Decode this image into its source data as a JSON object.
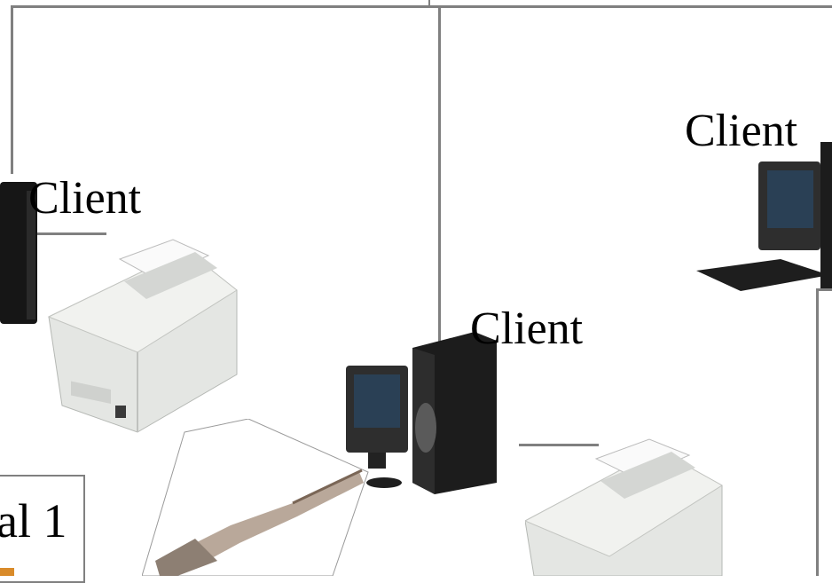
{
  "clients": [
    {
      "label": "Client"
    },
    {
      "label": "Client"
    },
    {
      "label": "Client"
    }
  ],
  "terminal_label": "al 1",
  "terminal_accent_color": "#d98b2a",
  "line_color": "#808080",
  "icons": [
    "desktop-computer-icon",
    "receipt-printer-icon",
    "barcode-scanner-icon"
  ]
}
